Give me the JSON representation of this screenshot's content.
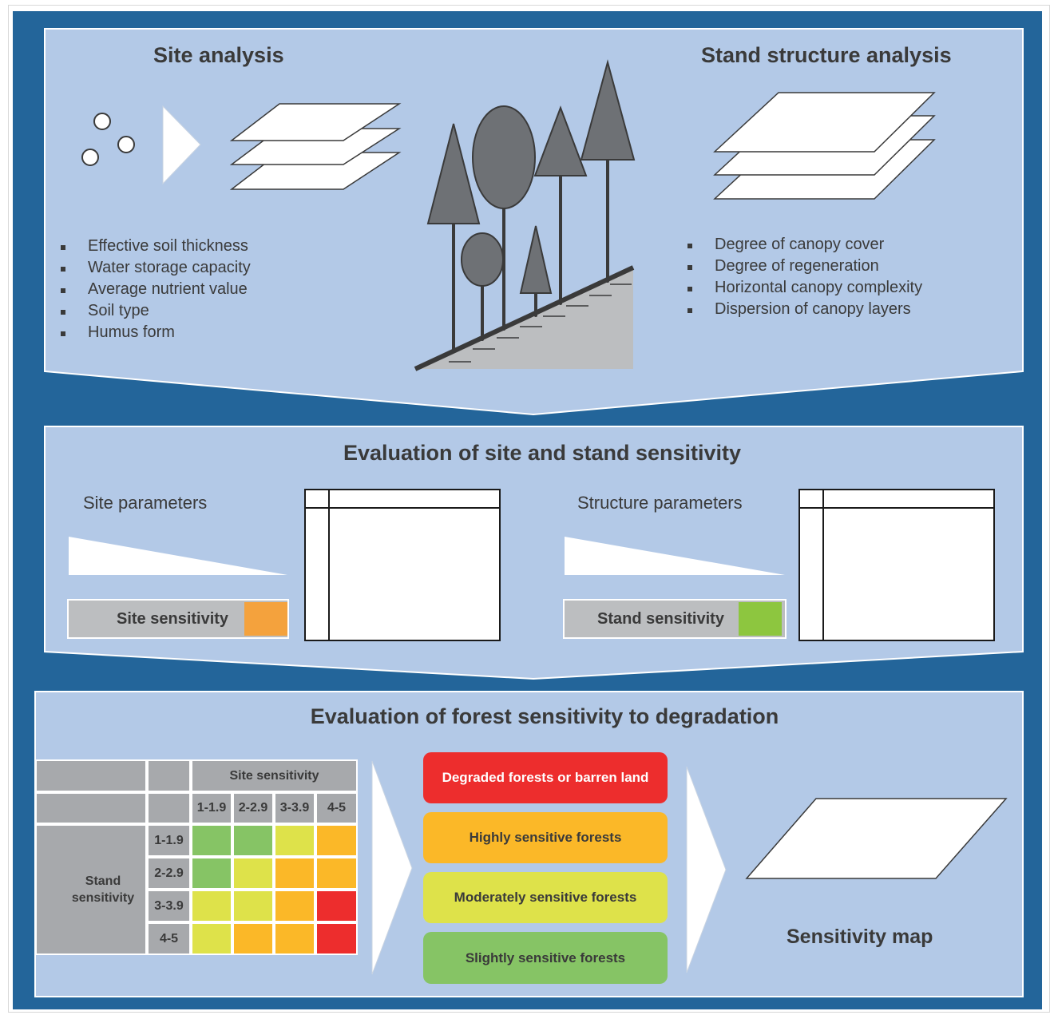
{
  "section1": {
    "site_title": "Site analysis",
    "stand_title": "Stand structure analysis",
    "site_items": [
      "Effective soil thickness",
      "Water storage capacity",
      "Average nutrient value",
      "Soil type",
      "Humus form"
    ],
    "stand_items": [
      "Degree of canopy cover",
      "Degree of regeneration",
      "Horizontal canopy complexity",
      "Dispersion of canopy layers"
    ]
  },
  "section2": {
    "title": "Evaluation of site and stand sensitivity",
    "site_params_label": "Site parameters",
    "structure_params_label": "Structure parameters",
    "site_sensitivity_label": "Site sensitivity",
    "stand_sensitivity_label": "Stand sensitivity",
    "site_sensitivity_color": "#f4a23d",
    "stand_sensitivity_color": "#8dc63f"
  },
  "section3": {
    "title": "Evaluation of forest sensitivity to degradation",
    "matrix": {
      "col_header": "Site sensitivity",
      "row_header": "Stand sensitivity",
      "col_labels": [
        "1-1.9",
        "2-2.9",
        "3-3.9",
        "4-5"
      ],
      "row_labels": [
        "1-1.9",
        "2-2.9",
        "3-3.9",
        "4-5"
      ],
      "cells": [
        [
          "slight",
          "slight",
          "moderate",
          "high"
        ],
        [
          "slight",
          "moderate",
          "high",
          "high"
        ],
        [
          "moderate",
          "moderate",
          "high",
          "degraded"
        ],
        [
          "moderate",
          "high",
          "high",
          "degraded"
        ]
      ]
    },
    "categories": [
      {
        "key": "degraded",
        "label": "Degraded forests or barren land",
        "color": "#ed2d2d",
        "text_color": "#ffffff"
      },
      {
        "key": "high",
        "label": "Highly sensitive forests",
        "color": "#fbb828",
        "text_color": "#3a3a3a"
      },
      {
        "key": "moderate",
        "label": "Moderately sensitive forests",
        "color": "#dee24a",
        "text_color": "#3a3a3a"
      },
      {
        "key": "slight",
        "label": "Slightly sensitive forests",
        "color": "#86c465",
        "text_color": "#3a3a3a"
      }
    ],
    "map_label": "Sensitivity map"
  }
}
